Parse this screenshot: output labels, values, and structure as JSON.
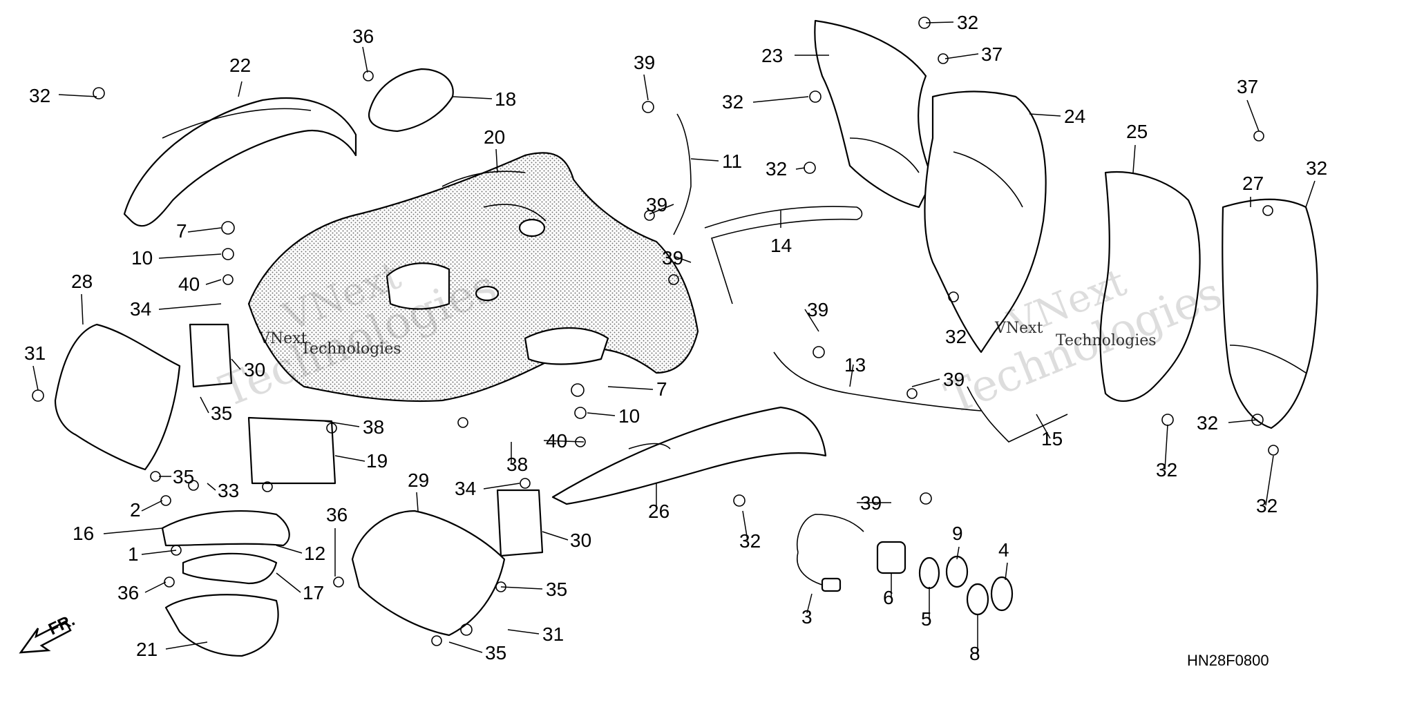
{
  "diagram_code": "HN28F0800",
  "direction_label": "FR.",
  "watermark": {
    "brand": "VNext",
    "name": "Technologies"
  },
  "callouts": [
    {
      "label": "32"
    },
    {
      "label": "22"
    },
    {
      "label": "36"
    },
    {
      "label": "18"
    },
    {
      "label": "39"
    },
    {
      "label": "20"
    },
    {
      "label": "11"
    },
    {
      "label": "23"
    },
    {
      "label": "32"
    },
    {
      "label": "37"
    },
    {
      "label": "32"
    },
    {
      "label": "24"
    },
    {
      "label": "32"
    },
    {
      "label": "7"
    },
    {
      "label": "39"
    },
    {
      "label": "10"
    },
    {
      "label": "39"
    },
    {
      "label": "14"
    },
    {
      "label": "40"
    },
    {
      "label": "28"
    },
    {
      "label": "34"
    },
    {
      "label": "31"
    },
    {
      "label": "30"
    },
    {
      "label": "35"
    },
    {
      "label": "38"
    },
    {
      "label": "19"
    },
    {
      "label": "35"
    },
    {
      "label": "33"
    },
    {
      "label": "2"
    },
    {
      "label": "16"
    },
    {
      "label": "1"
    },
    {
      "label": "12"
    },
    {
      "label": "36"
    },
    {
      "label": "17"
    },
    {
      "label": "36"
    },
    {
      "label": "21"
    },
    {
      "label": "29"
    },
    {
      "label": "34"
    },
    {
      "label": "30"
    },
    {
      "label": "35"
    },
    {
      "label": "31"
    },
    {
      "label": "35"
    },
    {
      "label": "7"
    },
    {
      "label": "10"
    },
    {
      "label": "40"
    },
    {
      "label": "38"
    },
    {
      "label": "26"
    },
    {
      "label": "32"
    },
    {
      "label": "39"
    },
    {
      "label": "13"
    },
    {
      "label": "39"
    },
    {
      "label": "39"
    },
    {
      "label": "3"
    },
    {
      "label": "6"
    },
    {
      "label": "9"
    },
    {
      "label": "5"
    },
    {
      "label": "4"
    },
    {
      "label": "8"
    },
    {
      "label": "25"
    },
    {
      "label": "37"
    },
    {
      "label": "15"
    },
    {
      "label": "32"
    },
    {
      "label": "32"
    },
    {
      "label": "27"
    },
    {
      "label": "32"
    },
    {
      "label": "32"
    },
    {
      "label": "32"
    },
    {
      "label": "32"
    }
  ]
}
